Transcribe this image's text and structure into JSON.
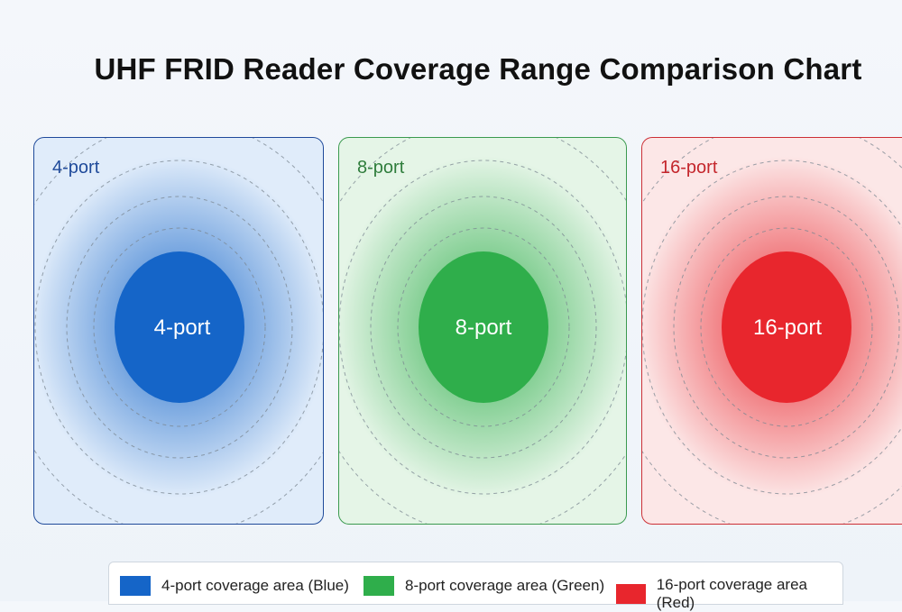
{
  "title": "UHF FRID Reader Coverage Range Comparison Chart",
  "panels": [
    {
      "label": "4-port",
      "core_label": "4-port",
      "color": "#1565c8",
      "border": "#1f4a9a",
      "label_color": "#1f4a9a",
      "fill_light": "#cfe2f7"
    },
    {
      "label": "8-port",
      "core_label": "8-port",
      "color": "#2fae4b",
      "border": "#3b9a4f",
      "label_color": "#2f7d3c",
      "fill_light": "#d7f0da"
    },
    {
      "label": "16-port",
      "core_label": "16-port",
      "color": "#e8262d",
      "border": "#cc3036",
      "label_color": "#c4262c",
      "fill_light": "#fadadb"
    }
  ],
  "legend": [
    {
      "label": "4-port coverage area (Blue)",
      "color": "#1565c8"
    },
    {
      "label": "8-port coverage area (Green)",
      "color": "#2fae4b"
    },
    {
      "label": "16-port coverage area (Red)",
      "color": "#e8262d"
    }
  ]
}
